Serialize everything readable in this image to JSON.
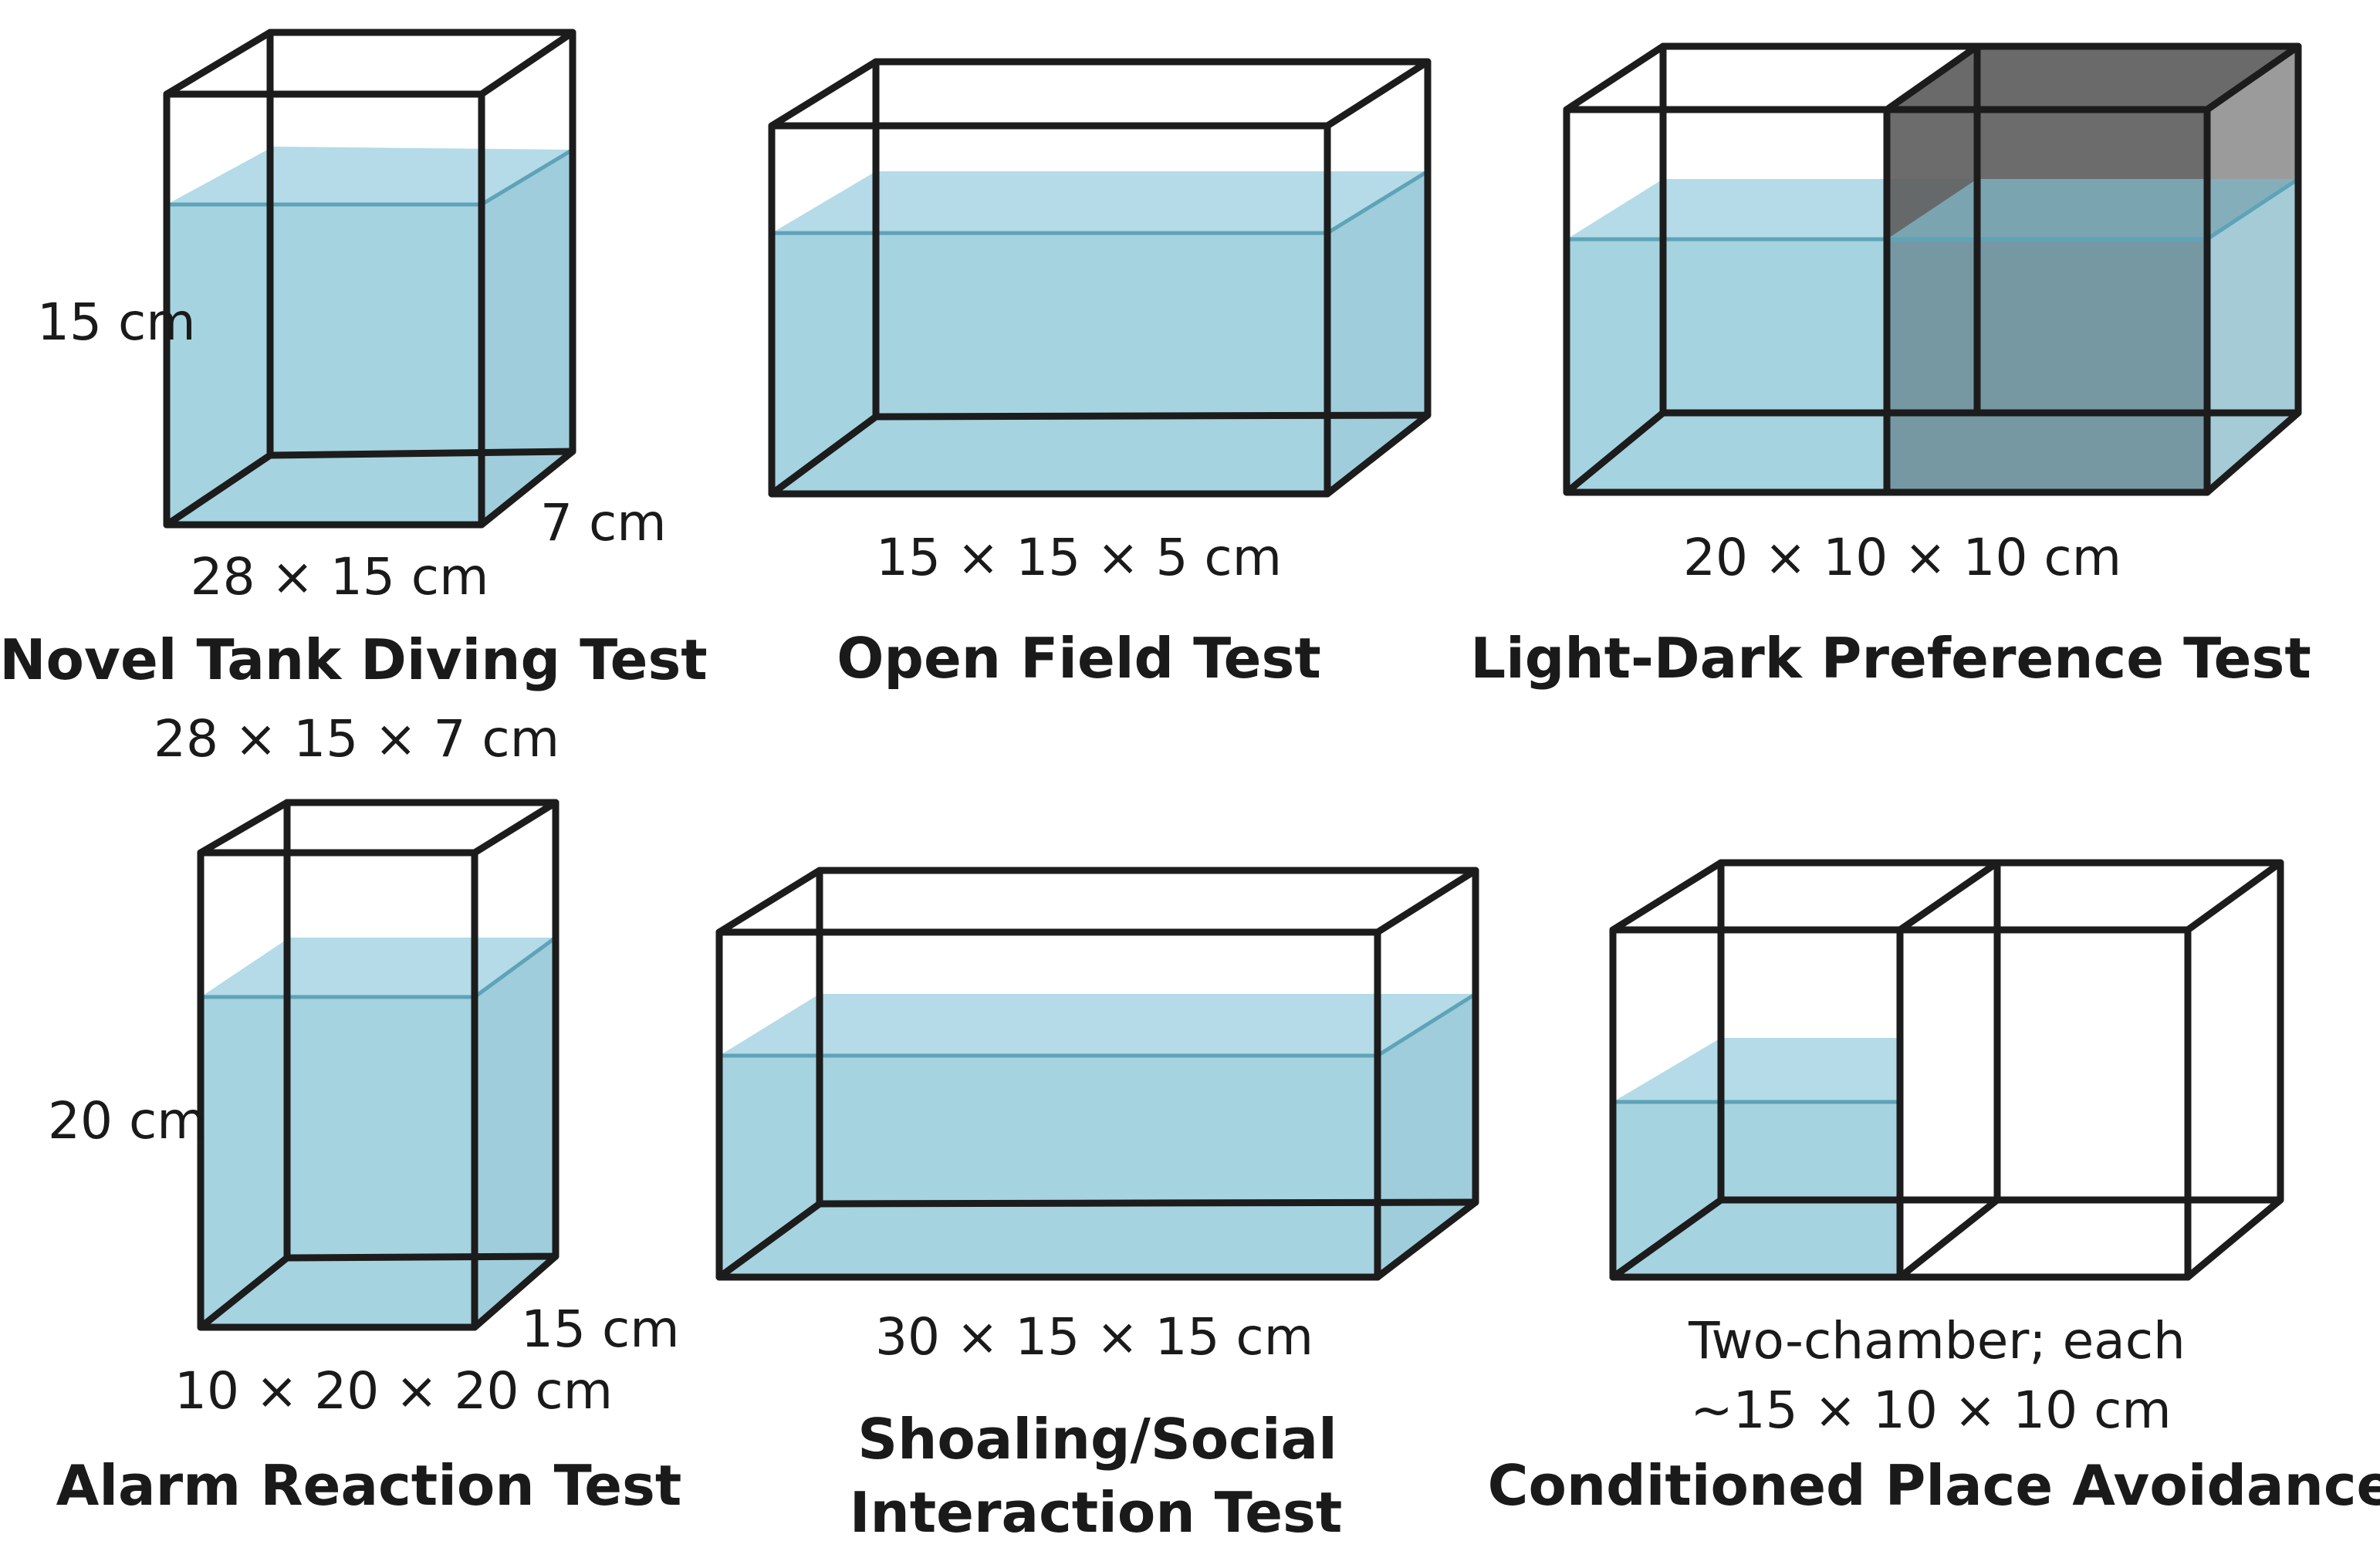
{
  "panels": [
    {
      "id": "novel",
      "title": "Novel Tank Diving Test",
      "dimensions": "28 × 15 × 7 cm",
      "labels": {
        "height": "15 cm",
        "depth": "7 cm",
        "base": "28 × 15 cm"
      },
      "colors": {
        "water": "#a6d3e0"
      }
    },
    {
      "id": "open",
      "title": "Open Field Test",
      "dimensions": "15 × 15 × 5 cm",
      "colors": {
        "water": "#a6d3e0"
      }
    },
    {
      "id": "lightdark",
      "title": "Light-Dark Preference Test",
      "dimensions": "20 × 10 × 10 cm",
      "colors": {
        "water": "#a6d3e0",
        "dark_chamber": "#5f5f5f"
      }
    },
    {
      "id": "alarm",
      "title": "Alarm Reaction Test",
      "dimensions": "10 × 20 × 20 cm",
      "labels": {
        "height": "20 cm",
        "depth": "15 cm"
      },
      "colors": {
        "water": "#a6d3e0"
      }
    },
    {
      "id": "shoaling",
      "title_lines": [
        "Shoaling/Social",
        "Interaction Test"
      ],
      "dimensions": "30 × 15 × 15 cm",
      "colors": {
        "water": "#a6d3e0"
      }
    },
    {
      "id": "cpa",
      "title": "Conditioned Place Avoidance",
      "dimension_lines": [
        "Two-chamber; each",
        "~15 × 10 × 10 cm"
      ],
      "colors": {
        "water": "#a6d3e0"
      }
    }
  ]
}
